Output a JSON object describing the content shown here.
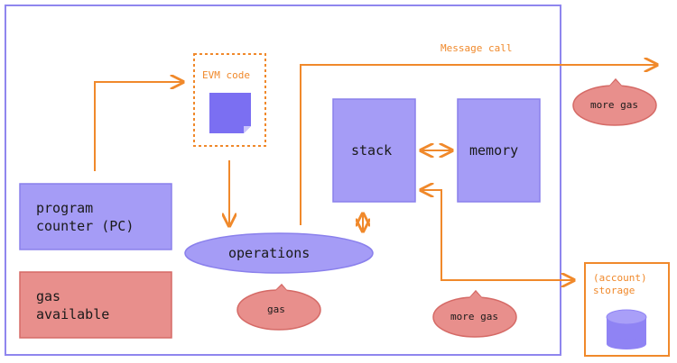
{
  "labels": {
    "evm_code": "EVM code",
    "message_call": "Message call",
    "stack": "stack",
    "memory": "memory",
    "program_counter": "program\ncounter (PC)",
    "operations": "operations",
    "gas_available": "gas\navailable",
    "gas": "gas",
    "more_gas_top": "more gas",
    "more_gas_bottom": "more gas",
    "account_storage": "(account)\nstorage"
  },
  "colors": {
    "frame": "#8f86ee",
    "purple_fill": "#a59cf6",
    "purple_stroke": "#8a80ec",
    "red_fill": "#e88f8c",
    "red_stroke": "#d56a66",
    "orange": "#f0892b",
    "doc_fill": "#7b6ff2",
    "db_fill": "#8f83f4"
  }
}
